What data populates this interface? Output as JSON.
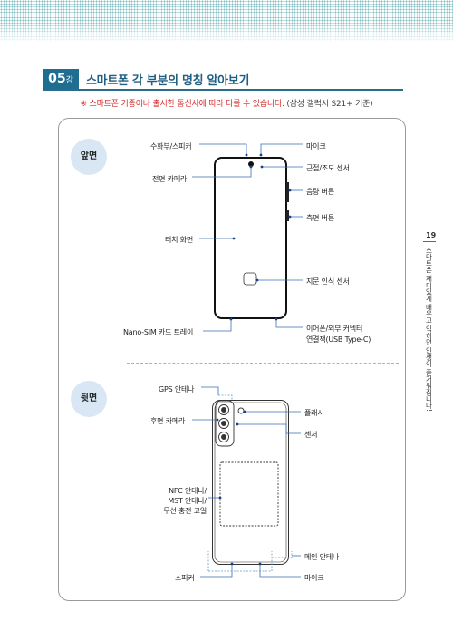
{
  "chapter": {
    "number": "05",
    "number_suffix": "강",
    "title": "스마트폰 각 부분의 명칭 알아보기"
  },
  "notice": {
    "main": "※ 스마트폰 기종이나 출시한 통신사에 따라 다를 수 있습니다.",
    "note": "(삼성 갤럭시 S21+ 기준)"
  },
  "front": {
    "heading": "앞면",
    "labels": {
      "receiver_speaker": "수화부/스피커",
      "front_camera": "전면 카메라",
      "touch_screen": "터치 화면",
      "sim_tray": "Nano-SIM 카드 트레이",
      "mic": "마이크",
      "proximity_sensor": "근접/조도 센서",
      "volume_button": "음량 버튼",
      "side_button": "측면 버튼",
      "fingerprint_sensor": "지문 인식 센서",
      "earphone_connector_1": "이어폰/외부 커넥터",
      "earphone_connector_2": "연결잭(USB Type-C)"
    }
  },
  "back": {
    "heading": "뒷면",
    "labels": {
      "gps_antenna": "GPS 안테나",
      "rear_camera": "후면 카메라",
      "nfc_1": "NFC 안테나/",
      "nfc_2": "MST 안테나/",
      "nfc_3": "무선 충전 코일",
      "speaker": "스피커",
      "flash": "플래시",
      "sensor": "센서",
      "main_antenna": "메인 안테나",
      "mic": "마이크"
    }
  },
  "side_tab": {
    "page_number": "19",
    "text": "스마트폰 재미있게 배우고 익히면 인생이 즐거워집니다!"
  },
  "colors": {
    "chapter_blue": "#1f6e92",
    "notice_red": "#d42b2b",
    "circle_blue": "#d9e7f4",
    "pattern_teal": "#7fbcc1"
  }
}
